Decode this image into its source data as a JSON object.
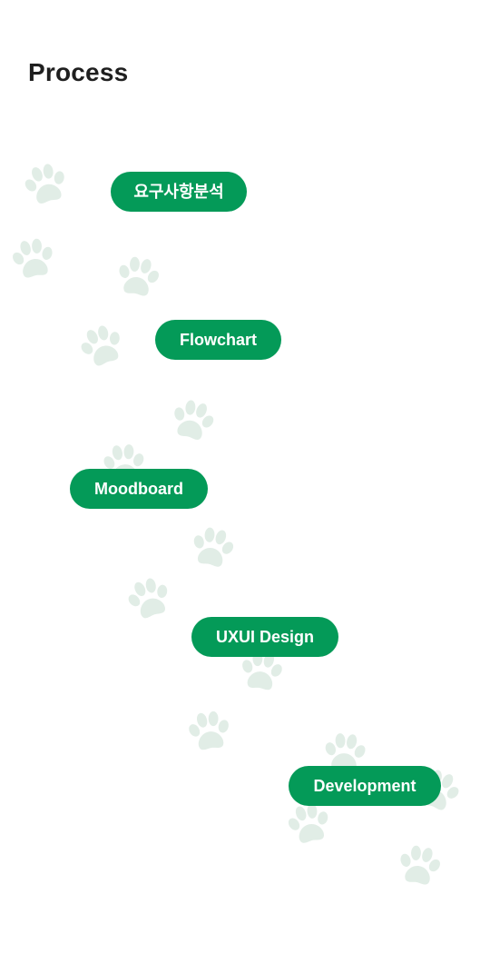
{
  "page": {
    "title": "Process"
  },
  "colors": {
    "step_background": "#049a58",
    "step_text": "#ffffff",
    "paw_print": "#e1ede6",
    "title_text": "#1f1f1f"
  },
  "icons": {
    "paw": "paw-print-icon"
  },
  "steps": [
    {
      "label": "요구사항분석"
    },
    {
      "label": "Flowchart"
    },
    {
      "label": "Moodboard"
    },
    {
      "label": "UXUI Design"
    },
    {
      "label": "Development"
    }
  ]
}
